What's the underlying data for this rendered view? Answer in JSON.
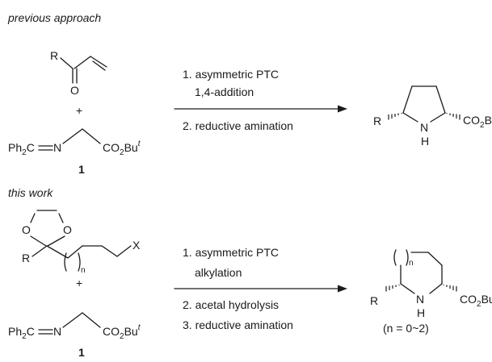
{
  "sections": {
    "previous": {
      "heading": "previous approach",
      "plus": "+",
      "compound_number": "1",
      "steps": [
        "1. asymmetric PTC",
        "1,4-addition",
        "2. reductive amination"
      ]
    },
    "this_work": {
      "heading": "this work",
      "plus": "+",
      "compound_number": "1",
      "steps": [
        "1. asymmetric PTC",
        "alkylation",
        "2. acetal hydrolysis",
        "3. reductive amination"
      ],
      "condition_note": "(n = 0~2)"
    }
  },
  "atoms": {
    "R": "R",
    "O": "O",
    "X": "X",
    "n": "n",
    "N": "N",
    "H": "H",
    "Ph": "Ph",
    "Ph_sub": "2",
    "C": "C",
    "CO": "CO",
    "CO_sub": "2",
    "Bu": "Bu",
    "Bu_sup": "t"
  },
  "colors": {
    "ink": "#1a1a1a",
    "background": "#ffffff"
  }
}
